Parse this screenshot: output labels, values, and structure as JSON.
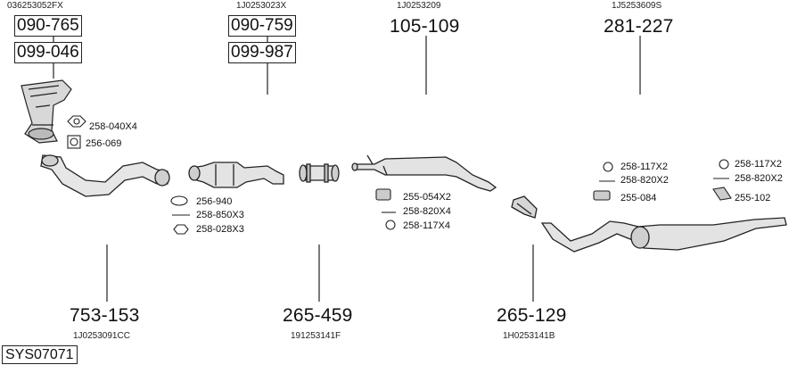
{
  "system_code": "SYS07071",
  "groups": [
    {
      "oe_number": "036253052FX",
      "boxed_parts": [
        "090-765",
        "099-046"
      ],
      "accessories": [
        "258-040X4",
        "256-069"
      ]
    },
    {
      "oe_number": "1J0253023X",
      "boxed_parts": [
        "090-759",
        "099-987"
      ]
    },
    {
      "oe_number": "1J0253209",
      "part_number": "105-109",
      "accessories": [
        "255-054X2",
        "258-820X4",
        "258-117X4"
      ]
    },
    {
      "oe_number": "1J5253609S",
      "part_number": "281-227",
      "accessories": [
        "258-117X2",
        "258-820X2",
        "255-084",
        "258-117X2",
        "258-820X2",
        "255-102"
      ]
    },
    {
      "oe_number": "1J0253091CC",
      "part_number": "753-153",
      "accessories": [
        "256-940",
        "258-850X3",
        "258-028X3"
      ]
    },
    {
      "oe_number": "191253141F",
      "part_number": "265-459"
    },
    {
      "oe_number": "1H0253141B",
      "part_number": "265-129"
    }
  ]
}
